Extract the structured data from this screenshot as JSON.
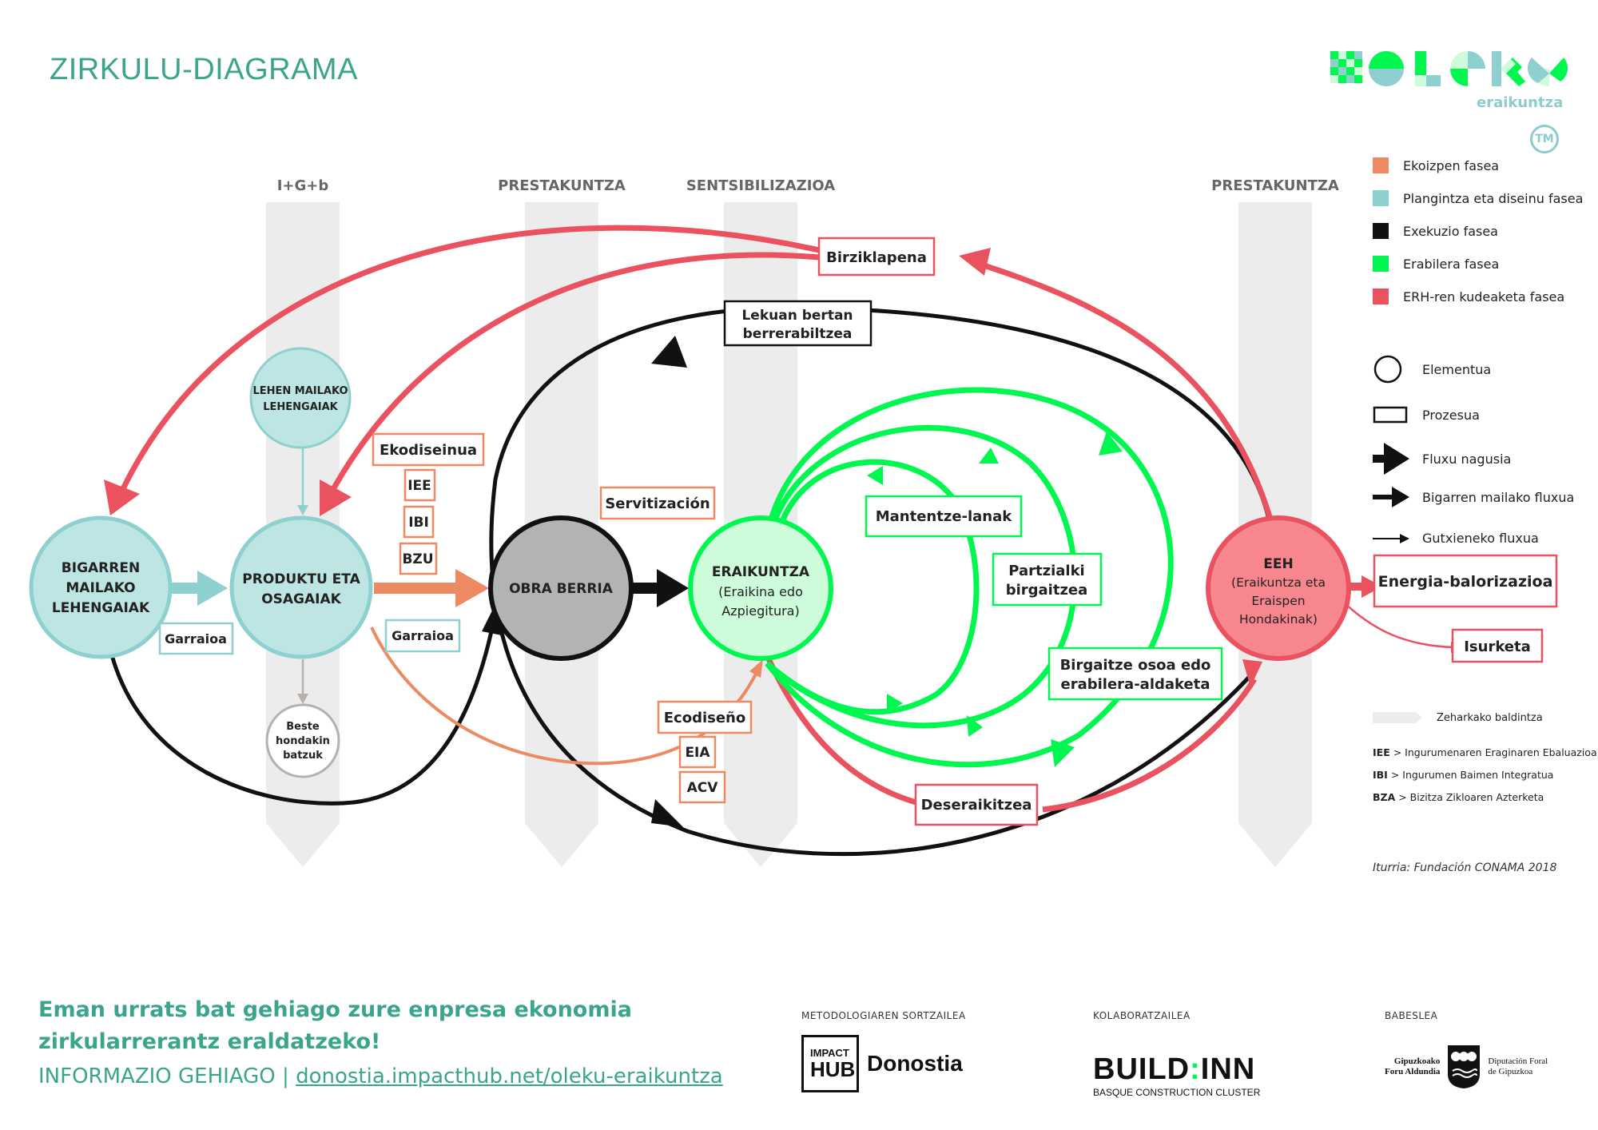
{
  "title": "ZIRKULU-DIAGRAMA",
  "logo": {
    "name": "oleku",
    "subtitle": "eraikuntza",
    "tm": "TM"
  },
  "columns": [
    {
      "label": "I+G+b"
    },
    {
      "label": "PRESTAKUNTZA"
    },
    {
      "label": "SENTSIBILIZAZIOA"
    },
    {
      "label": "PRESTAKUNTZA"
    }
  ],
  "elements": {
    "lehen": [
      "LEHEN MAILAKO",
      "LEHENGAIAK"
    ],
    "bigarren": [
      "BIGARREN",
      "MAILAKO",
      "LEHENGAIAK"
    ],
    "produktu": [
      "PRODUKTU ETA",
      "OSAGAIAK"
    ],
    "beste": [
      "Beste",
      "hondakin",
      "batzuk"
    ],
    "obra": [
      "OBRA BERRIA"
    ],
    "eraikuntza": {
      "title": "ERAIKUNTZA",
      "sub": [
        "(Eraikina edo",
        "Azpiegitura)"
      ]
    },
    "eeh": {
      "title": "EEH",
      "sub": [
        "(Eraikuntza eta",
        "Eraispen",
        "Hondakinak)"
      ]
    }
  },
  "processes": {
    "birziklapena": [
      "Birziklapena"
    ],
    "lekuan": [
      "Lekuan bertan",
      "berrerabiltzea"
    ],
    "ekodiseinua": [
      "Ekodiseinua"
    ],
    "iee": [
      "IEE"
    ],
    "ibi": [
      "IBI"
    ],
    "bzu": [
      "BZU"
    ],
    "garraioa1": [
      "Garraioa"
    ],
    "garraioa2": [
      "Garraioa"
    ],
    "servitizacion": [
      "Servitización"
    ],
    "ecodiseno": [
      "Ecodiseño"
    ],
    "eia": [
      "EIA"
    ],
    "acv": [
      "ACV"
    ],
    "mantentze": [
      "Mantentze-lanak"
    ],
    "partzialki": [
      "Partzialki",
      "birgaitzea"
    ],
    "birgaitze": [
      "Birgaitze osoa edo",
      "erabilera-aldaketa"
    ],
    "deseraikitzea": [
      "Deseraikitzea"
    ],
    "energia": [
      "Energia-balorizazioa"
    ],
    "isurketa": [
      "Isurketa"
    ]
  },
  "legend": {
    "phases": [
      {
        "label": "Ekoizpen fasea",
        "color": "#ee8a62"
      },
      {
        "label": "Plangintza eta diseinu fasea",
        "color": "#8ecfcf"
      },
      {
        "label": "Exekuzio fasea",
        "color": "#111111"
      },
      {
        "label": "Erabilera fasea",
        "color": "#00f750"
      },
      {
        "label": "ERH-ren kudeaketa fasea",
        "color": "#e9525e"
      }
    ],
    "shapes": [
      {
        "label": "Elementua",
        "icon": "circle-icon"
      },
      {
        "label": "Prozesua",
        "icon": "rectangle-icon"
      },
      {
        "label": "Fluxu nagusia",
        "icon": "thick-arrow-icon"
      },
      {
        "label": "Bigarren mailako fluxua",
        "icon": "medium-arrow-icon"
      },
      {
        "label": "Gutxieneko fluxua",
        "icon": "thin-arrow-icon"
      },
      {
        "label": "Zeharkako baldintza",
        "icon": "transversal-bar-icon"
      }
    ],
    "abbreviations": [
      {
        "abbr": "IEE",
        "text": " > Ingurumenaren Eraginaren Ebaluazioa"
      },
      {
        "abbr": "IBI",
        "text": " > Ingurumen Baimen Integratua"
      },
      {
        "abbr": "BZA",
        "text": " > Bizitza Zikloaren Azterketa"
      }
    ],
    "source": "Iturria: Fundación CONAMA 2018"
  },
  "footer": {
    "cta": "Eman urrats bat gehiago zure enpresa ekonomia zirkularrerantz eraldatzeko!",
    "more_label": "INFORMAZIO GEHIAGO | ",
    "more_link": "donostia.impacthub.net/oleku-eraikuntza",
    "sponsors": [
      {
        "role": "METODOLOGIAREN SORTZAILEA",
        "name_top": "IMPACT",
        "name_mid": "HUB",
        "name_side": "Donostia"
      },
      {
        "role": "KOLABORATZAILEA",
        "name": "BUILD",
        "name2": "INN",
        "tagline": "BASQUE CONSTRUCTION CLUSTER"
      },
      {
        "role": "BABESLEA",
        "left1": "Gipuzkoako",
        "left2": "Foru Aldundia",
        "right1": "Diputación Foral",
        "right2": "de Gipuzkoa"
      }
    ]
  },
  "colors": {
    "teal": "#3ba58c",
    "orange": "#ee8a62",
    "lightblue": "#8ecfcf",
    "lightblue_fill": "#bde5e3",
    "green": "#00f750",
    "green_fill": "#ccfcd9",
    "red": "#e9525e",
    "red_fill": "#f8868e",
    "gray_fill": "#b3b3b3",
    "column": "#ececec"
  }
}
